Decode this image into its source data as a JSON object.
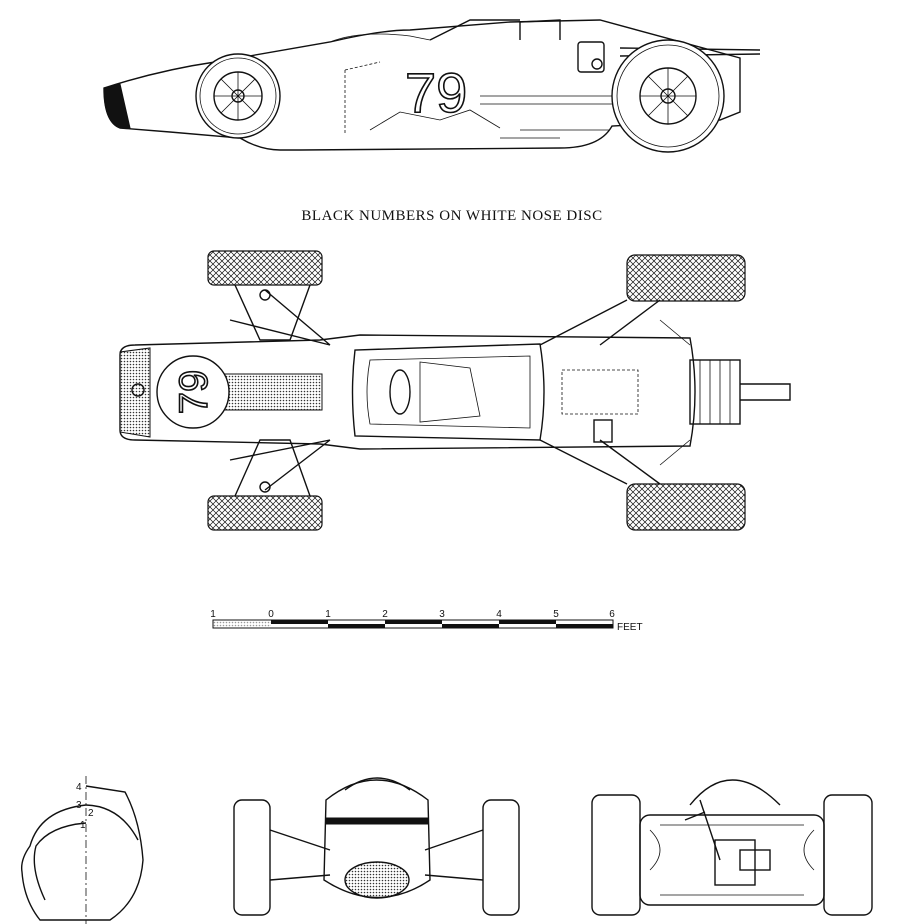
{
  "side_view": {
    "car_number": "79"
  },
  "caption": "BLACK NUMBERS ON WHITE NOSE DISC",
  "top_view": {
    "car_number": "79"
  },
  "scale": {
    "ticks": [
      "1",
      "0",
      "1",
      "2",
      "3",
      "4",
      "5",
      "6"
    ],
    "unit": "FEET"
  },
  "cross_section": {
    "marks": [
      "4",
      "3",
      "2",
      "1"
    ]
  }
}
